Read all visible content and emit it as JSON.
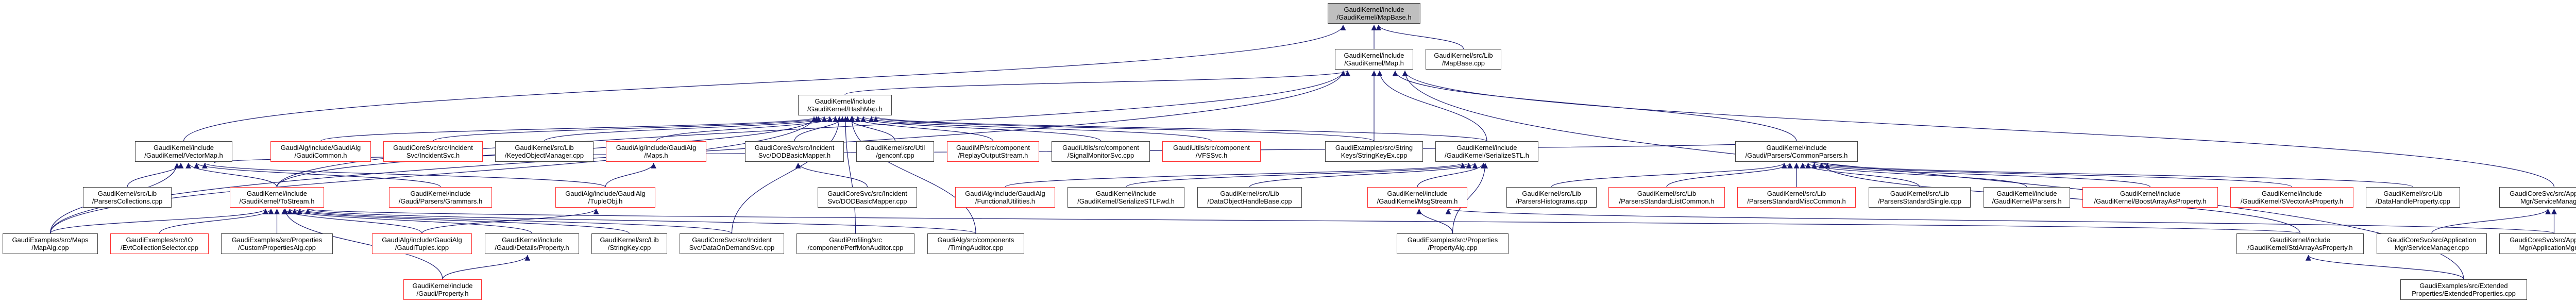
{
  "graph": {
    "type": "include-dependency-graph",
    "colors": {
      "edge": "#191970",
      "root_fill": "#bfbfbf",
      "node_border": "#444444",
      "truncated_border": "#ff3030"
    },
    "nodes": [
      {
        "id": "mapbase_h",
        "lines": [
          "GaudiKernel/include",
          "/GaudiKernel/MapBase.h"
        ],
        "style": "root"
      },
      {
        "id": "map_h",
        "lines": [
          "GaudiKernel/include",
          "/GaudiKernel/Map.h"
        ],
        "style": "normal"
      },
      {
        "id": "mapbase_cpp",
        "lines": [
          "GaudiKernel/src/Lib",
          "/MapBase.cpp"
        ],
        "style": "normal"
      },
      {
        "id": "hashmap_h",
        "lines": [
          "GaudiKernel/include",
          "/GaudiKernel/HashMap.h"
        ],
        "style": "normal"
      },
      {
        "id": "vectormap_h",
        "lines": [
          "GaudiKernel/include",
          "/GaudiKernel/VectorMap.h"
        ],
        "style": "normal"
      },
      {
        "id": "gaudicommon_h",
        "lines": [
          "GaudiAlg/include/GaudiAlg",
          "/GaudiCommon.h"
        ],
        "style": "red"
      },
      {
        "id": "incidentsvc_h",
        "lines": [
          "GaudiCoreSvc/src/Incident",
          "Svc/IncidentSvc.h"
        ],
        "style": "red"
      },
      {
        "id": "keyedobjectmanager_cpp",
        "lines": [
          "GaudiKernel/src/Lib",
          "/KeyedObjectManager.cpp"
        ],
        "style": "normal"
      },
      {
        "id": "maps_h",
        "lines": [
          "GaudiAlg/include/GaudiAlg",
          "/Maps.h"
        ],
        "style": "red"
      },
      {
        "id": "dodbasicmapper_h",
        "lines": [
          "GaudiCoreSvc/src/Incident",
          "Svc/DODBasicMapper.h"
        ],
        "style": "normal"
      },
      {
        "id": "genconf_cpp",
        "lines": [
          "GaudiKernel/src/Util",
          "/genconf.cpp"
        ],
        "style": "normal"
      },
      {
        "id": "replayoutputstream_h",
        "lines": [
          "GaudiMP/src/component",
          "/ReplayOutputStream.h"
        ],
        "style": "red"
      },
      {
        "id": "signalmonitorsvc_cpp",
        "lines": [
          "GaudiUtils/src/component",
          "/SignalMonitorSvc.cpp"
        ],
        "style": "normal"
      },
      {
        "id": "vfssvc_h",
        "lines": [
          "GaudiUtils/src/component",
          "/VFSSvc.h"
        ],
        "style": "red"
      },
      {
        "id": "stringkeyex_cpp",
        "lines": [
          "GaudiExamples/src/String",
          "Keys/StringKeyEx.cpp"
        ],
        "style": "normal"
      },
      {
        "id": "serializestl_h",
        "lines": [
          "GaudiKernel/include",
          "/GaudiKernel/SerializeSTL.h"
        ],
        "style": "normal"
      },
      {
        "id": "commonparsers_h",
        "lines": [
          "GaudiKernel/include",
          "/Gaudi/Parsers/CommonParsers.h"
        ],
        "style": "normal"
      },
      {
        "id": "parserscollections_cpp",
        "lines": [
          "GaudiKernel/src/Lib",
          "/ParsersCollections.cpp"
        ],
        "style": "normal"
      },
      {
        "id": "tostream_h",
        "lines": [
          "GaudiKernel/include",
          "/GaudiKernel/ToStream.h"
        ],
        "style": "red"
      },
      {
        "id": "grammars_h",
        "lines": [
          "GaudiKernel/include",
          "/Gaudi/Parsers/Grammars.h"
        ],
        "style": "red"
      },
      {
        "id": "tupleobj_h",
        "lines": [
          "GaudiAlg/include/GaudiAlg",
          "/TupleObj.h"
        ],
        "style": "red"
      },
      {
        "id": "dodbasicmapper_cpp",
        "lines": [
          "GaudiCoreSvc/src/Incident",
          "Svc/DODBasicMapper.cpp"
        ],
        "style": "normal"
      },
      {
        "id": "functionalutilities_h",
        "lines": [
          "GaudiAlg/include/GaudiAlg",
          "/FunctionalUtilities.h"
        ],
        "style": "red"
      },
      {
        "id": "serializestlfwd_h",
        "lines": [
          "GaudiKernel/include",
          "/GaudiKernel/SerializeSTLFwd.h"
        ],
        "style": "normal"
      },
      {
        "id": "dataobjecthandlebase_cpp",
        "lines": [
          "GaudiKernel/src/Lib",
          "/DataObjectHandleBase.cpp"
        ],
        "style": "normal"
      },
      {
        "id": "msgstream_h",
        "lines": [
          "GaudiKernel/include",
          "/GaudiKernel/MsgStream.h"
        ],
        "style": "red"
      },
      {
        "id": "parsershistograms_cpp",
        "lines": [
          "GaudiKernel/src/Lib",
          "/ParsersHistograms.cpp"
        ],
        "style": "normal"
      },
      {
        "id": "parsersstandardlistcommon_h",
        "lines": [
          "GaudiKernel/src/Lib",
          "/ParsersStandardListCommon.h"
        ],
        "style": "red"
      },
      {
        "id": "parsersstandardmisccommon_h",
        "lines": [
          "GaudiKernel/src/Lib",
          "/ParsersStandardMiscCommon.h"
        ],
        "style": "red"
      },
      {
        "id": "parsersstandardsingle_cpp",
        "lines": [
          "GaudiKernel/src/Lib",
          "/ParsersStandardSingle.cpp"
        ],
        "style": "normal"
      },
      {
        "id": "parsers_h",
        "lines": [
          "GaudiKernel/include",
          "/GaudiKernel/Parsers.h"
        ],
        "style": "normal"
      },
      {
        "id": "boostarrayasproperty_h",
        "lines": [
          "GaudiKernel/include",
          "/GaudiKernel/BoostArrayAsProperty.h"
        ],
        "style": "red"
      },
      {
        "id": "svectorasproperty_h",
        "lines": [
          "GaudiKernel/include",
          "/GaudiKernel/SVectorAsProperty.h"
        ],
        "style": "red"
      },
      {
        "id": "datahandleproperty_cpp",
        "lines": [
          "GaudiKernel/src/Lib",
          "/DataHandleProperty.cpp"
        ],
        "style": "normal"
      },
      {
        "id": "servicemanager_h",
        "lines": [
          "GaudiCoreSvc/src/Application",
          "Mgr/ServiceManager.h"
        ],
        "style": "normal"
      },
      {
        "id": "mapalg_cpp",
        "lines": [
          "GaudiExamples/src/Maps",
          "/MapAlg.cpp"
        ],
        "style": "normal"
      },
      {
        "id": "evtcollectionselector_cpp",
        "lines": [
          "GaudiExamples/src/IO",
          "/EvtCollectionSelector.cpp"
        ],
        "style": "red"
      },
      {
        "id": "custompropertiesalg_cpp",
        "lines": [
          "GaudiExamples/src/Properties",
          "/CustomPropertiesAlg.cpp"
        ],
        "style": "normal"
      },
      {
        "id": "gaudituples_icpp",
        "lines": [
          "GaudiAlg/include/GaudiAlg",
          "/GaudiTuples.icpp"
        ],
        "style": "red"
      },
      {
        "id": "details_property_h",
        "lines": [
          "GaudiKernel/include",
          "/Gaudi/Details/Property.h"
        ],
        "style": "normal"
      },
      {
        "id": "stringkey_cpp",
        "lines": [
          "GaudiKernel/src/Lib",
          "/StringKey.cpp"
        ],
        "style": "normal"
      },
      {
        "id": "dataondemandsvc_cpp",
        "lines": [
          "GaudiCoreSvc/src/Incident",
          "Svc/DataOnDemandSvc.cpp"
        ],
        "style": "normal"
      },
      {
        "id": "perfmonauditor_cpp",
        "lines": [
          "GaudiProfiling/src",
          "/component/PerfMonAuditor.cpp"
        ],
        "style": "normal"
      },
      {
        "id": "timingauditor_cpp",
        "lines": [
          "GaudiAlg/src/components",
          "/TimingAuditor.cpp"
        ],
        "style": "normal"
      },
      {
        "id": "propertyalg_cpp",
        "lines": [
          "GaudiExamples/src/Properties",
          "/PropertyAlg.cpp"
        ],
        "style": "normal"
      },
      {
        "id": "stdarrayasproperty_h",
        "lines": [
          "GaudiKernel/include",
          "/GaudiKernel/StdArrayAsProperty.h"
        ],
        "style": "normal"
      },
      {
        "id": "servicemanager_cpp",
        "lines": [
          "GaudiCoreSvc/src/Application",
          "Mgr/ServiceManager.cpp"
        ],
        "style": "normal"
      },
      {
        "id": "applicationmgr_cpp",
        "lines": [
          "GaudiCoreSvc/src/Application",
          "Mgr/ApplicationMgr.cpp"
        ],
        "style": "normal"
      },
      {
        "id": "gaudi_property_h",
        "lines": [
          "GaudiKernel/include",
          "/Gaudi/Property.h"
        ],
        "style": "red"
      },
      {
        "id": "extendedproperties_cpp",
        "lines": [
          "GaudiExamples/src/Extended",
          "Properties/ExtendedProperties.cpp"
        ],
        "style": "normal"
      }
    ],
    "edges": [
      [
        "map_h",
        "mapbase_h"
      ],
      [
        "mapbase_cpp",
        "mapbase_h"
      ],
      [
        "vectormap_h",
        "mapbase_h"
      ],
      [
        "hashmap_h",
        "map_h"
      ],
      [
        "mapalg_cpp",
        "map_h"
      ],
      [
        "stringkeyex_cpp",
        "map_h"
      ],
      [
        "serializestl_h",
        "map_h"
      ],
      [
        "commonparsers_h",
        "map_h"
      ],
      [
        "servicemanager_h",
        "map_h"
      ],
      [
        "extendedproperties_cpp",
        "map_h"
      ],
      [
        "tostream_h",
        "map_h"
      ],
      [
        "gaudicommon_h",
        "hashmap_h"
      ],
      [
        "incidentsvc_h",
        "hashmap_h"
      ],
      [
        "keyedobjectmanager_cpp",
        "hashmap_h"
      ],
      [
        "maps_h",
        "hashmap_h"
      ],
      [
        "dodbasicmapper_h",
        "hashmap_h"
      ],
      [
        "genconf_cpp",
        "hashmap_h"
      ],
      [
        "replayoutputstream_h",
        "hashmap_h"
      ],
      [
        "signalmonitorsvc_cpp",
        "hashmap_h"
      ],
      [
        "vfssvc_h",
        "hashmap_h"
      ],
      [
        "stringkeyex_cpp",
        "hashmap_h"
      ],
      [
        "serializestl_h",
        "hashmap_h"
      ],
      [
        "perfmonauditor_cpp",
        "hashmap_h"
      ],
      [
        "mapalg_cpp",
        "hashmap_h"
      ],
      [
        "tostream_h",
        "hashmap_h"
      ],
      [
        "timingauditor_cpp",
        "hashmap_h"
      ],
      [
        "dataondemandsvc_cpp",
        "hashmap_h"
      ],
      [
        "parserscollections_cpp",
        "vectormap_h"
      ],
      [
        "mapalg_cpp",
        "vectormap_h"
      ],
      [
        "tostream_h",
        "vectormap_h"
      ],
      [
        "grammars_h",
        "vectormap_h"
      ],
      [
        "tupleobj_h",
        "vectormap_h"
      ],
      [
        "commonparsers_h",
        "vectormap_h"
      ],
      [
        "mapalg_cpp",
        "tostream_h"
      ],
      [
        "evtcollectionselector_cpp",
        "tostream_h"
      ],
      [
        "custompropertiesalg_cpp",
        "tostream_h"
      ],
      [
        "gaudituples_icpp",
        "tostream_h"
      ],
      [
        "gaudi_property_h",
        "tostream_h"
      ],
      [
        "details_property_h",
        "tostream_h"
      ],
      [
        "stringkey_cpp",
        "tostream_h"
      ],
      [
        "dataondemandsvc_cpp",
        "tostream_h"
      ],
      [
        "timingauditor_cpp",
        "tostream_h"
      ],
      [
        "stdarrayasproperty_h",
        "tostream_h"
      ],
      [
        "tupleobj_h",
        "maps_h"
      ],
      [
        "gaudituples_icpp",
        "tupleobj_h"
      ],
      [
        "dodbasicmapper_cpp",
        "dodbasicmapper_h"
      ],
      [
        "gaudi_property_h",
        "details_property_h"
      ],
      [
        "msgstream_h",
        "serializestl_h"
      ],
      [
        "propertyalg_cpp",
        "serializestl_h"
      ],
      [
        "functionalutilities_h",
        "serializestl_h"
      ],
      [
        "dataobjecthandlebase_cpp",
        "serializestl_h"
      ],
      [
        "serializestlfwd_h",
        "serializestl_h"
      ],
      [
        "propertyalg_cpp",
        "msgstream_h"
      ],
      [
        "applicationmgr_cpp",
        "msgstream_h"
      ],
      [
        "parsershistograms_cpp",
        "commonparsers_h"
      ],
      [
        "parsersstandardlistcommon_h",
        "commonparsers_h"
      ],
      [
        "parsersstandardmisccommon_h",
        "commonparsers_h"
      ],
      [
        "parsersstandardsingle_cpp",
        "commonparsers_h"
      ],
      [
        "parsers_h",
        "commonparsers_h"
      ],
      [
        "boostarrayasproperty_h",
        "commonparsers_h"
      ],
      [
        "svectorasproperty_h",
        "commonparsers_h"
      ],
      [
        "datahandleproperty_cpp",
        "commonparsers_h"
      ],
      [
        "stdarrayasproperty_h",
        "commonparsers_h"
      ],
      [
        "servicemanager_cpp",
        "servicemanager_h"
      ],
      [
        "applicationmgr_cpp",
        "servicemanager_h"
      ],
      [
        "extendedproperties_cpp",
        "stdarrayasproperty_h"
      ]
    ]
  }
}
